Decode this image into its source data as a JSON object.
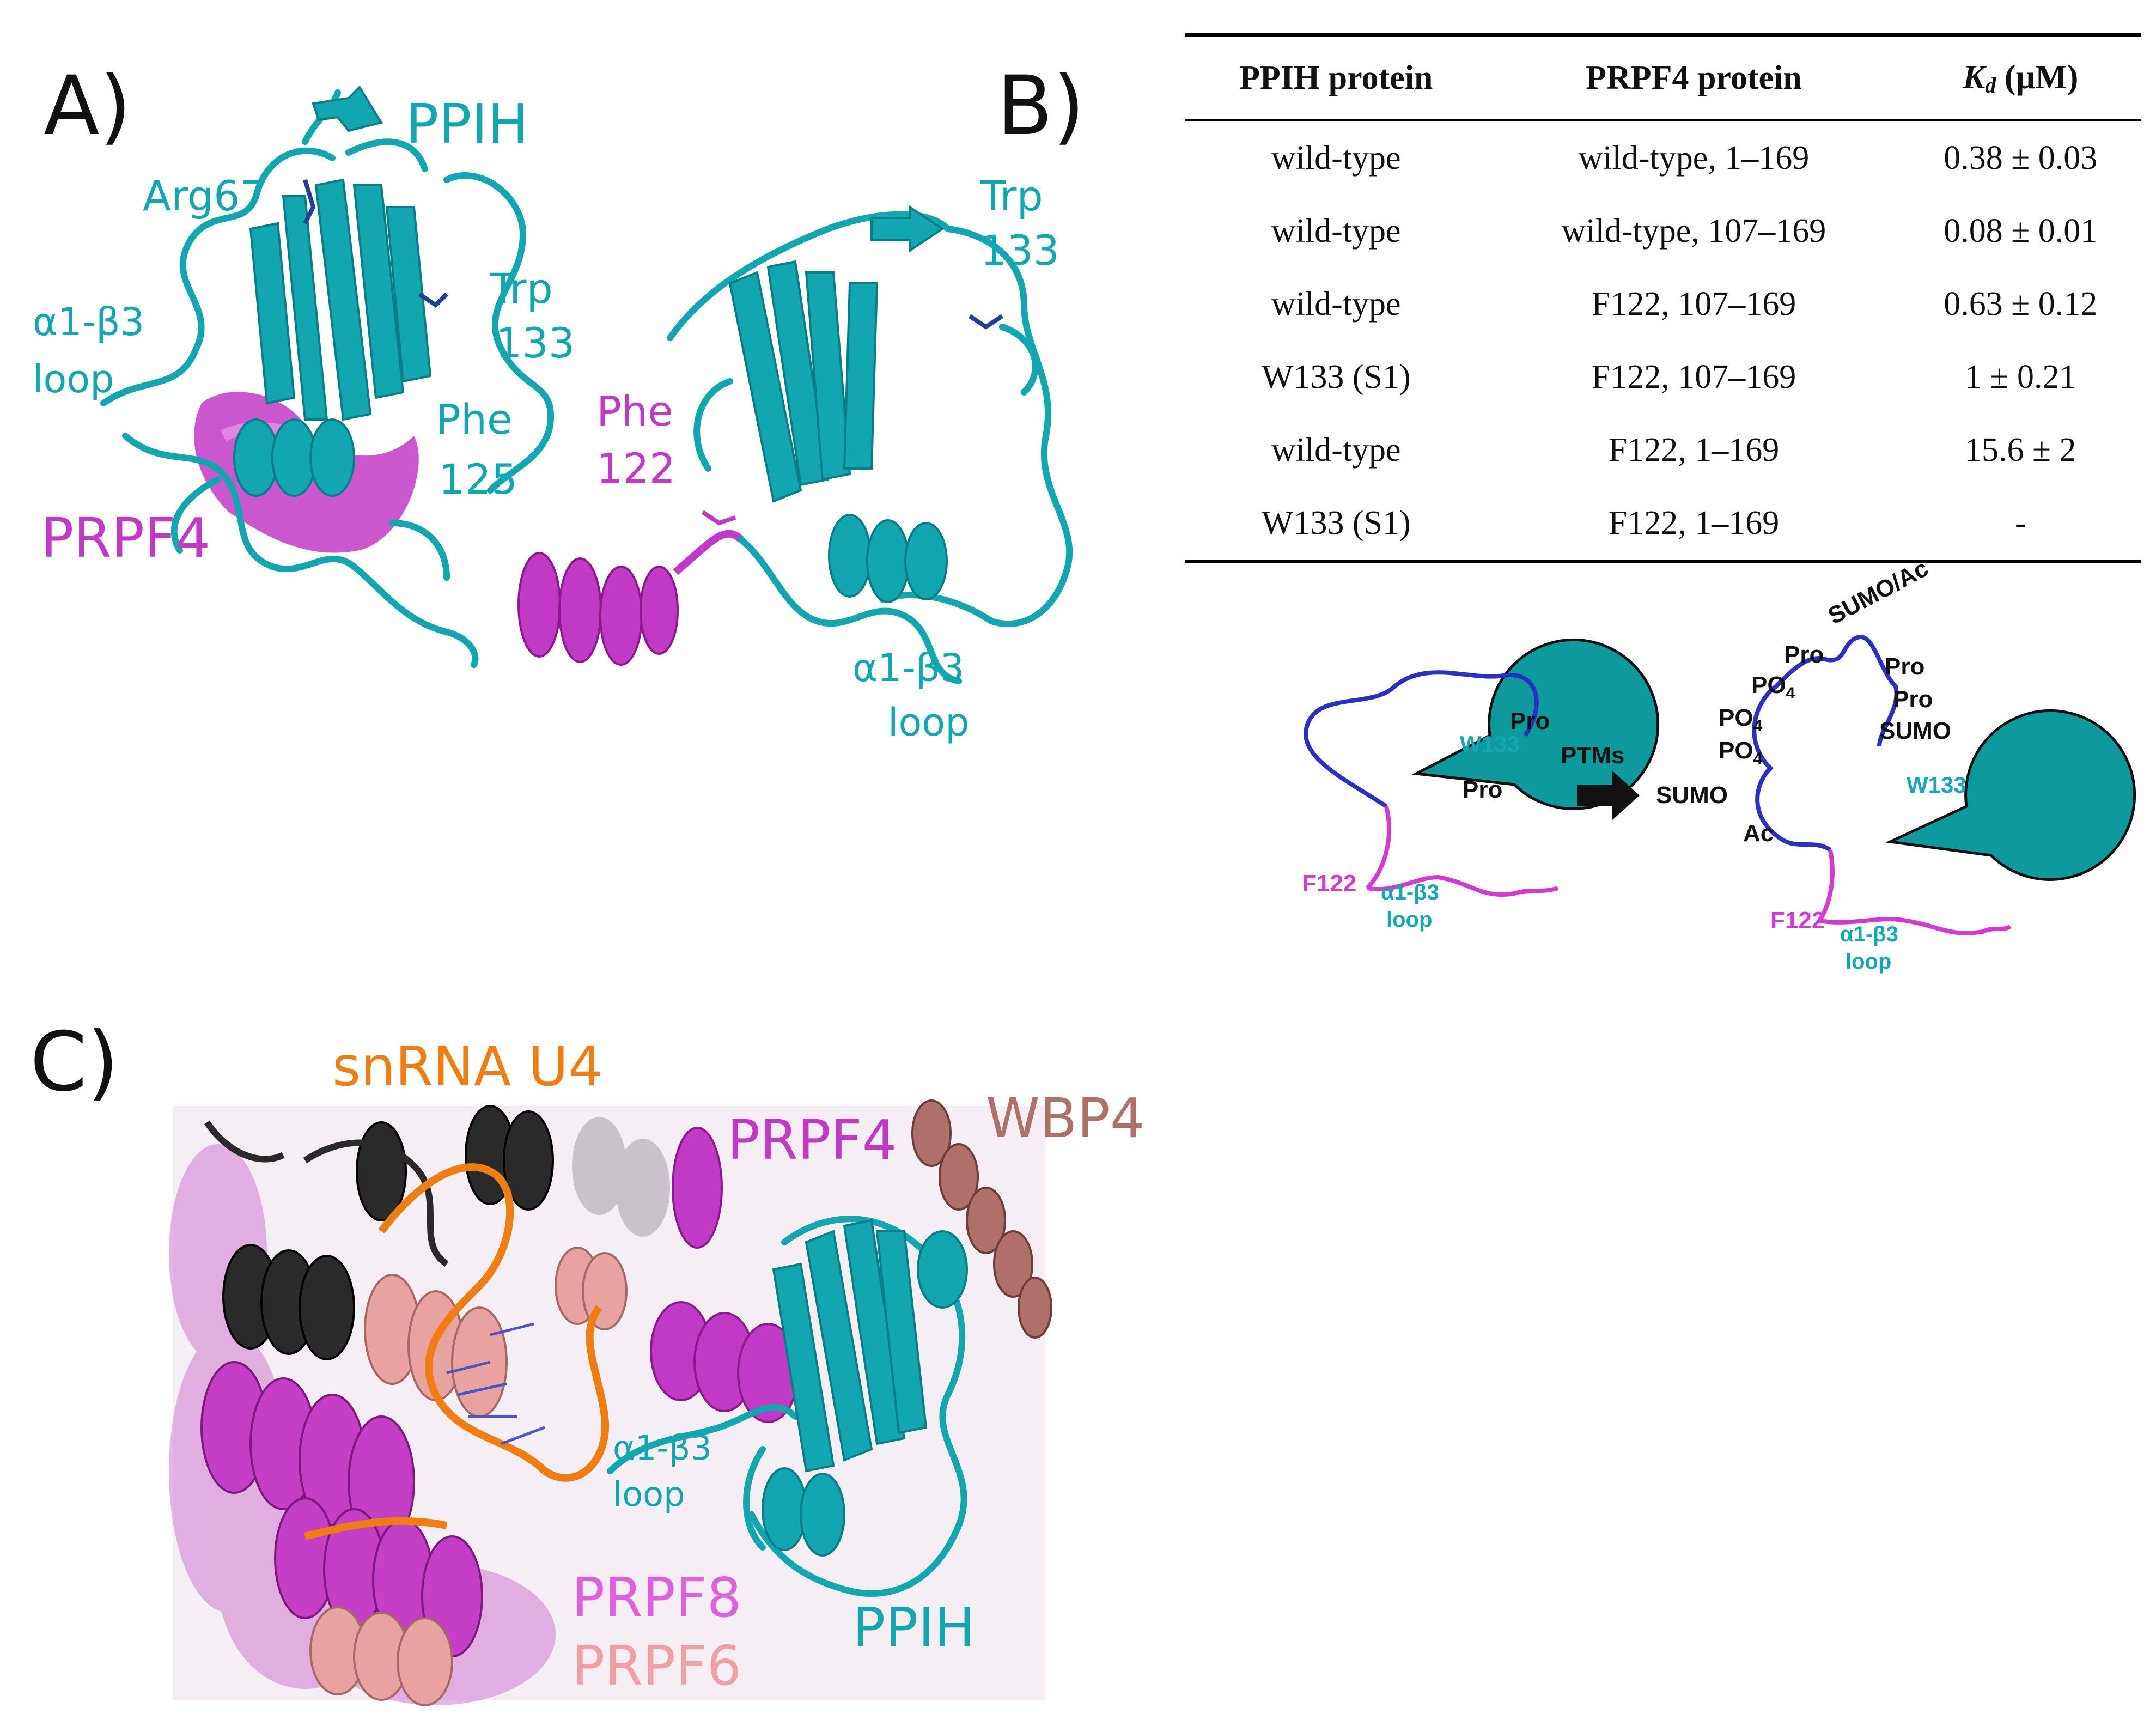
{
  "panel_a": {
    "letter": "A)",
    "labels": {
      "ppih": "PPIH",
      "arg67": "Arg67",
      "trp": "Trp",
      "trp_num": "133",
      "loop_a": "α1-β3",
      "loop_b": "loop",
      "phe": "Phe",
      "phe_num": "125",
      "prpf4": "PRPF4"
    }
  },
  "panel_b": {
    "letter": "B)",
    "structure_labels": {
      "trp": "Trp",
      "trp_num": "133",
      "phe": "Phe",
      "phe_num": "122",
      "loop_a": "α1-β3",
      "loop_b": "loop"
    },
    "table": {
      "headers": {
        "ppih": "PPIH protein",
        "prpf4": "PRPF4 protein",
        "kd_symbol": "K",
        "kd_sub": "d",
        "kd_unit": " (µM)"
      },
      "rows": [
        {
          "ppih": "wild-type",
          "prpf4": "wild-type, 1–169",
          "kd": "0.38 ± 0.03"
        },
        {
          "ppih": "wild-type",
          "prpf4": "wild-type, 107–169",
          "kd": "0.08 ± 0.01"
        },
        {
          "ppih": "wild-type",
          "prpf4": "F122, 107–169",
          "kd": "0.63 ± 0.12"
        },
        {
          "ppih": "W133 (S1)",
          "prpf4": "F122, 107–169",
          "kd": "1 ± 0.21"
        },
        {
          "ppih": "wild-type",
          "prpf4": "F122, 1–169",
          "kd": "15.6 ± 2"
        },
        {
          "ppih": "W133 (S1)",
          "prpf4": "F122, 1–169",
          "kd": "-"
        }
      ]
    },
    "schematic": {
      "left": {
        "w133": "W133",
        "pro_top": "Pro",
        "pro_inner": "Pro",
        "f122": "F122",
        "loop_a": "α1-β3",
        "loop_b": "loop"
      },
      "arrow_label": "PTMs",
      "right": {
        "pro_1": "Pro",
        "sumo_ac": "SUMO/Ac",
        "pro_2": "Pro",
        "pro_3": "Pro",
        "sumo_1": "SUMO",
        "po4": "PO",
        "po4_sub": "4",
        "sumo_2": "SUMO",
        "ac": "Ac",
        "w133": "W133",
        "f122": "F122",
        "loop_a": "α1-β3",
        "loop_b": "loop"
      }
    },
    "colors": {
      "ppih": "#0e9a9c",
      "prpf4": "#d23ad2",
      "ptm_loop": "#2b2fc4"
    }
  },
  "panel_c": {
    "letter": "C)",
    "labels": {
      "snrna": "snRNA U4",
      "wbp4": "WBP4",
      "prpf4": "PRPF4",
      "loop_a": "α1-β3",
      "loop_b": "loop",
      "prpf8": "PRPF8",
      "prpf6": "PRPF6",
      "ppih": "PPIH"
    },
    "colors": {
      "snrna": "#f07d12",
      "wbp4": "#b0706a",
      "prpf4": "#c13ac5",
      "prpf8": "#e05fe0",
      "prpf6": "#f0a0a4",
      "ppih": "#12a6b0",
      "dark": "#2b2b2b"
    }
  }
}
